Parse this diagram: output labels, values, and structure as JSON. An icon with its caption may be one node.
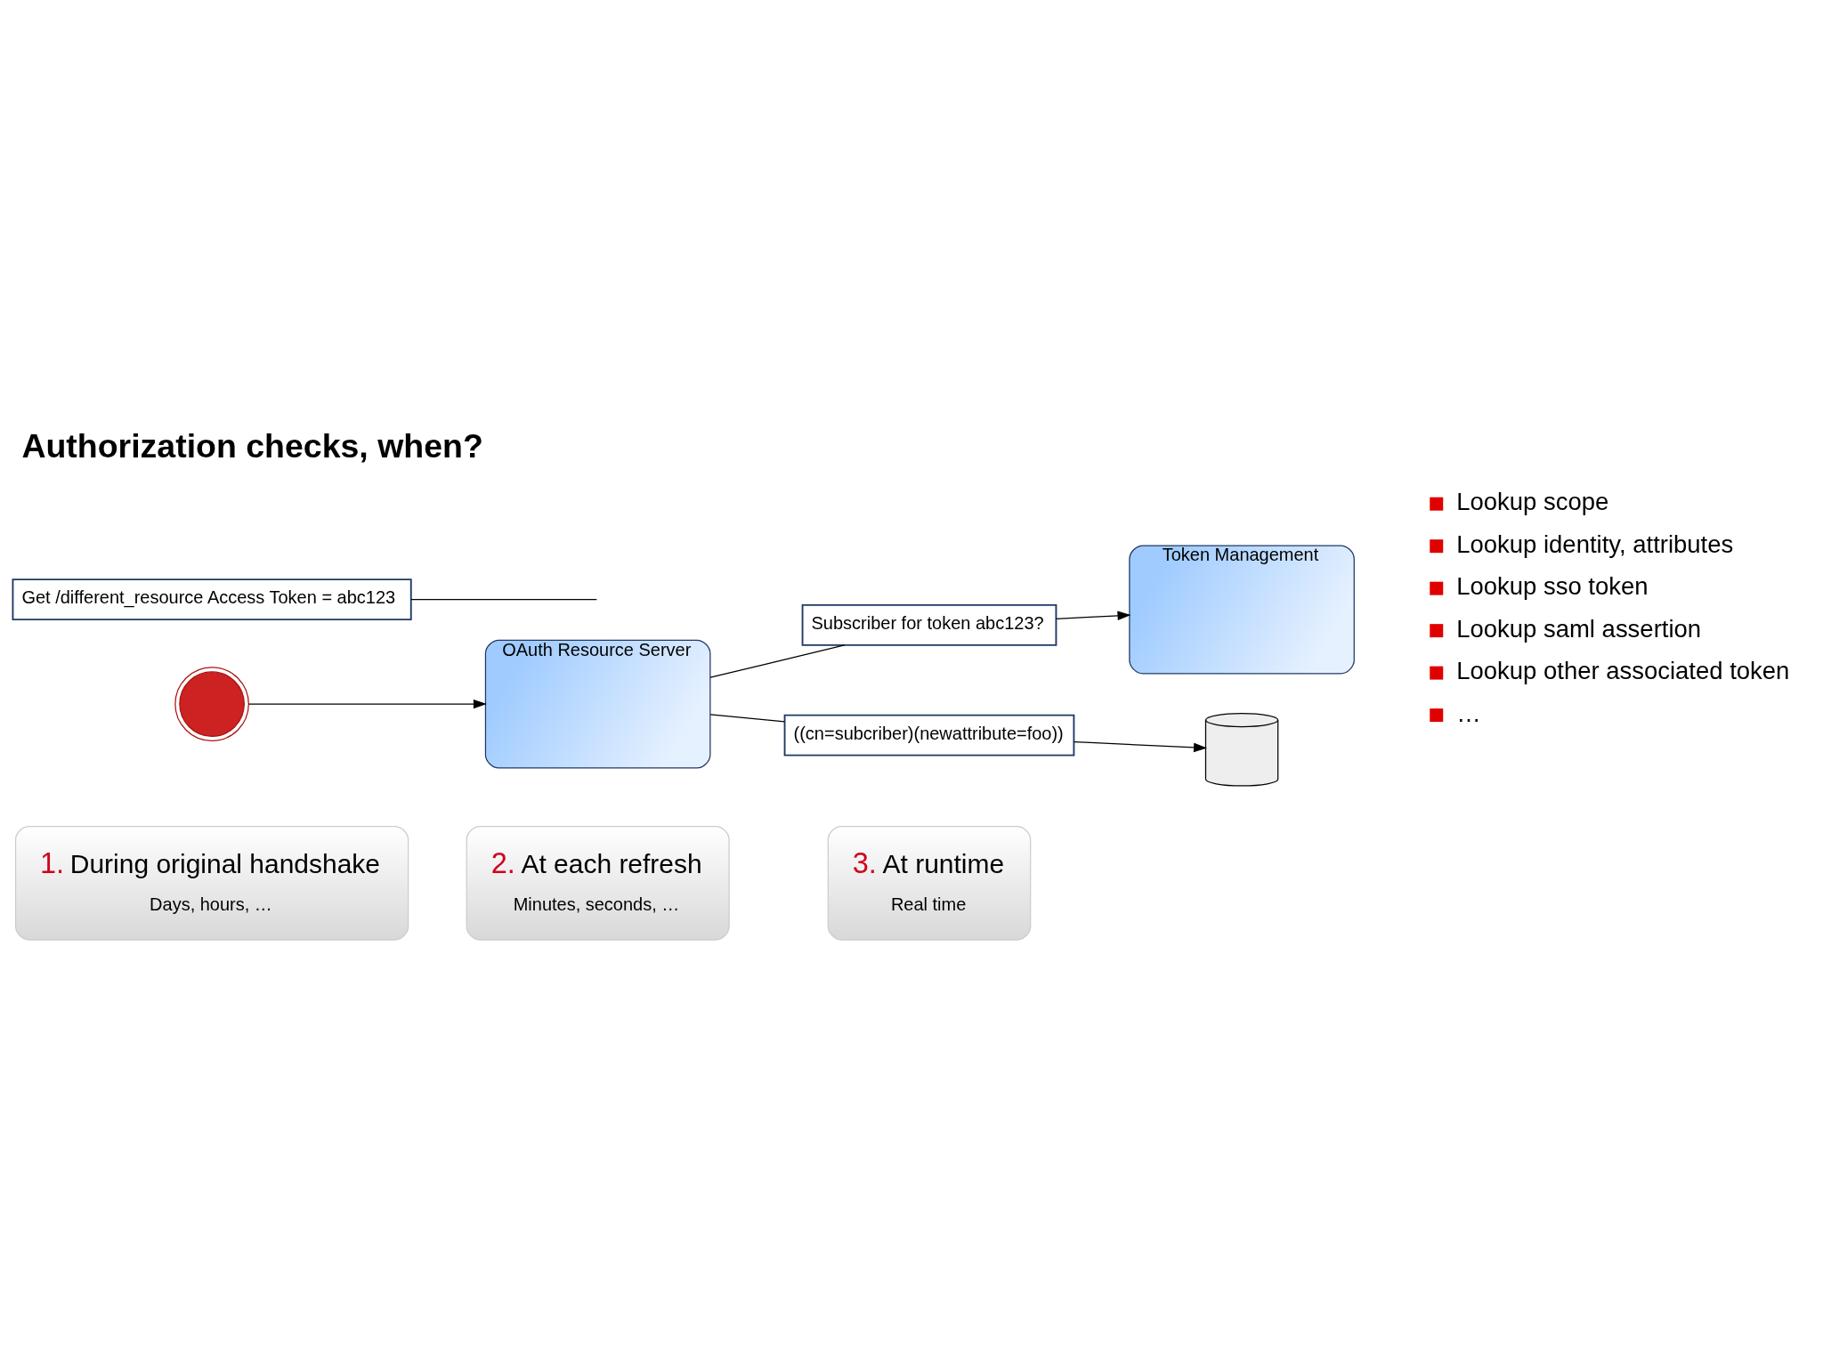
{
  "diagram": {
    "title": "Authorization checks, when?",
    "nodes": [
      {
        "text": [
          "1.",
          "During original handshake",
          "Days, hours, …"
        ]
      },
      {
        "text": [
          "2.",
          "At each refresh",
          "Minutes, seconds, …"
        ]
      },
      {
        "text": [
          "3.",
          "At runtime",
          "Real time"
        ]
      },
      {
        "text": [
          "OAuth Resource Server"
        ]
      },
      {
        "text": [
          "Token Management"
        ]
      },
      {
        "text": [
          "Subscriber for token abc123?"
        ]
      },
      {
        "text": [],
        "shape": "picture"
      },
      {
        "text": [
          "Get /different_resource Access Token = abc123"
        ]
      },
      {
        "text": [
          "((cn=subcriber)(newattribute=foo))"
        ]
      },
      {
        "text": [],
        "shape": "cylinder"
      }
    ],
    "edges": [
      {
        "from": 6,
        "to": 3,
        "arrow": "to"
      },
      {
        "from": 7,
        "to": null,
        "arrow": "none"
      },
      {
        "from": 3,
        "to": 5,
        "arrow": "none"
      },
      {
        "from": 5,
        "to": 4,
        "arrow": "to"
      },
      {
        "from": 3,
        "to": 8,
        "arrow": "none"
      },
      {
        "from": 8,
        "to": 9,
        "arrow": "to"
      }
    ],
    "labels": [
      "Lookup scope",
      "Lookup identity, attributes",
      "Lookup sso token",
      "Lookup saml assertion",
      "Lookup other associated token",
      "…"
    ]
  }
}
